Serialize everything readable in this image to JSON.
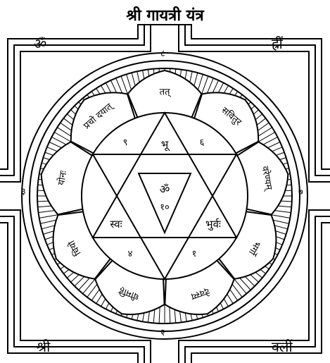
{
  "title": "श्री गायत्री यंत्र",
  "corners": {
    "top_left": "ॐ",
    "top_right": "ह्रीं",
    "bottom_left": "श्री",
    "bottom_right": "क्लीं"
  },
  "gate_numbers": {
    "top": "८",
    "left": "३",
    "right": "७",
    "bottom": "२"
  },
  "petals": [
    {
      "text": "तत्"
    },
    {
      "text": "सवितुर"
    },
    {
      "text": "वरेण्यम्"
    },
    {
      "text": "भर्गो"
    },
    {
      "text": "देवस्य"
    },
    {
      "text": "धीमहि"
    },
    {
      "text": "धियो"
    },
    {
      "text": "योनः"
    },
    {
      "text": "प्रचो दयात्"
    }
  ],
  "hexagram": {
    "top": "भू",
    "left": "स्वः",
    "right": "भुर्वः",
    "center_symbol": "ॐ",
    "center_number": "१०",
    "n_top_left": "९",
    "n_top_right": "६",
    "n_bottom_left": "४",
    "n_bottom_right": "१"
  }
}
